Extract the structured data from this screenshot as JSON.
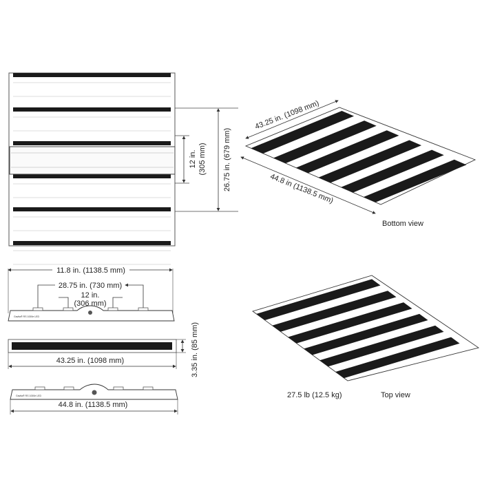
{
  "product_label": "Gavita® RS 1000e LED",
  "plan_view": {
    "height_dim": "26.75 in. (679 mm)",
    "center_dim_line1": "12 in.",
    "center_dim_line2": "(305 mm)"
  },
  "side_view_hangers": {
    "overall_dim": "11.8 in. (1138.5 mm)",
    "outer_hanger_dim": "28.75 in. (730 mm)",
    "inner_hanger_dim_line1": "12 in.",
    "inner_hanger_dim_line2": "(306 mm)"
  },
  "front_view": {
    "width_dim": "43.25 in. (1098 mm)",
    "height_dim": "3.35 in. (85 mm)"
  },
  "side_view_bottom": {
    "length_dim": "44.8 in. (1138.5 mm)"
  },
  "bottom_view": {
    "width_dim": "43.25 in. (1098 mm)",
    "length_dim": "44.8 in (1138.5 mm)",
    "caption": "Bottom view"
  },
  "top_view": {
    "weight": "27.5 lb (12.5 kg)",
    "caption": "Top view"
  },
  "colors": {
    "line": "#333333",
    "led_bar": "#1a1a1a"
  }
}
